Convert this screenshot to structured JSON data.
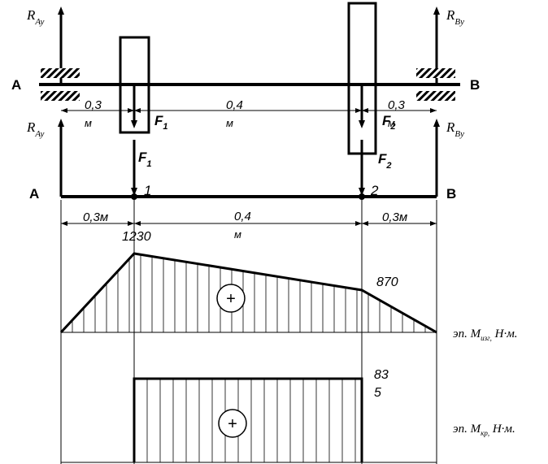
{
  "shaft": {
    "end_left": "A",
    "end_right": "B",
    "reaction": {
      "main": "R",
      "sub": "Ay"
    },
    "reaction_right": {
      "main": "R",
      "sub": "By"
    },
    "force1": {
      "main": "F",
      "sub": "1"
    },
    "force2": {
      "main": "F",
      "sub": "2"
    },
    "dim_a": {
      "value": "0,3",
      "unit": "м"
    },
    "dim_b": {
      "value": "0,4",
      "unit": "м"
    },
    "dim_c": {
      "value": "0,3",
      "unit": "м"
    }
  },
  "beam": {
    "end_left": "A",
    "end_right": "B",
    "point1": "1",
    "point2": "2",
    "dim_a": "0,3м",
    "dim_b": {
      "value": "0,4",
      "unit": "м"
    },
    "dim_c": "0,3м"
  },
  "bending_moment": {
    "value_point1": "1230",
    "value_point2": "870",
    "sign": "+",
    "caption": {
      "prefix": "эп. М",
      "sub": "изг,",
      "unit": " Н·м."
    }
  },
  "torque": {
    "value_line1": "83",
    "value_line2": "5",
    "sign": "+",
    "caption": {
      "prefix": "эп. М",
      "sub": "кр,",
      "unit": " Н·м."
    }
  }
}
